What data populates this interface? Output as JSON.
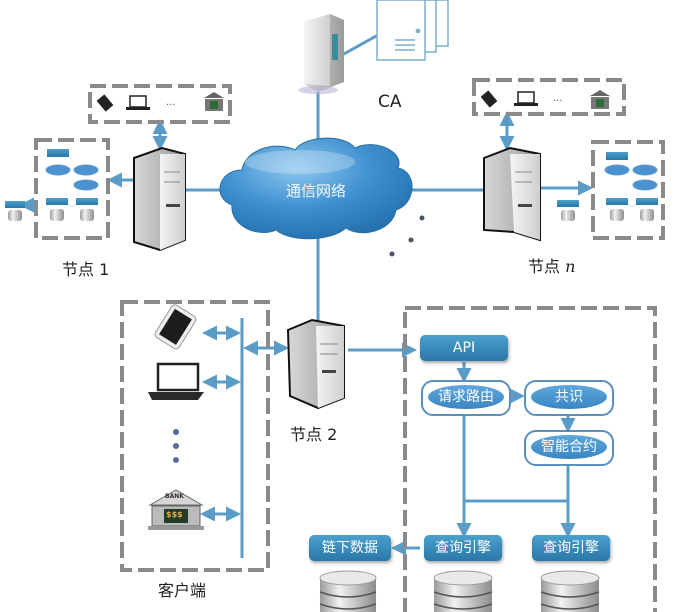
{
  "ca": {
    "label": "CA"
  },
  "network": {
    "label": "通信网络"
  },
  "nodes": {
    "node1": {
      "prefix": "节点 ",
      "suffix": "1"
    },
    "node2": {
      "prefix": "节点 ",
      "suffix": "2"
    },
    "noden": {
      "prefix": "节点 ",
      "suffix": "n"
    }
  },
  "client": {
    "label": "客户端",
    "devices": [
      "phone",
      "laptop",
      "ellipsis",
      "bank"
    ],
    "bank_sign": "BANK",
    "bank_money": "$$$"
  },
  "mini_clients": {
    "ellipsis": "···"
  },
  "node_detail": {
    "api": "API",
    "request_routing": "请求路由",
    "consensus": "共识",
    "smart_contract": "智能合约",
    "query_engine_1": "查询引擎",
    "query_engine_2": "查询引擎",
    "offchain_data": "链下数据"
  },
  "colors": {
    "line": "#5b9bc7",
    "dash": "#8a8a8a",
    "pill": "#2f80b0",
    "cloud": "#3d8fcf"
  }
}
